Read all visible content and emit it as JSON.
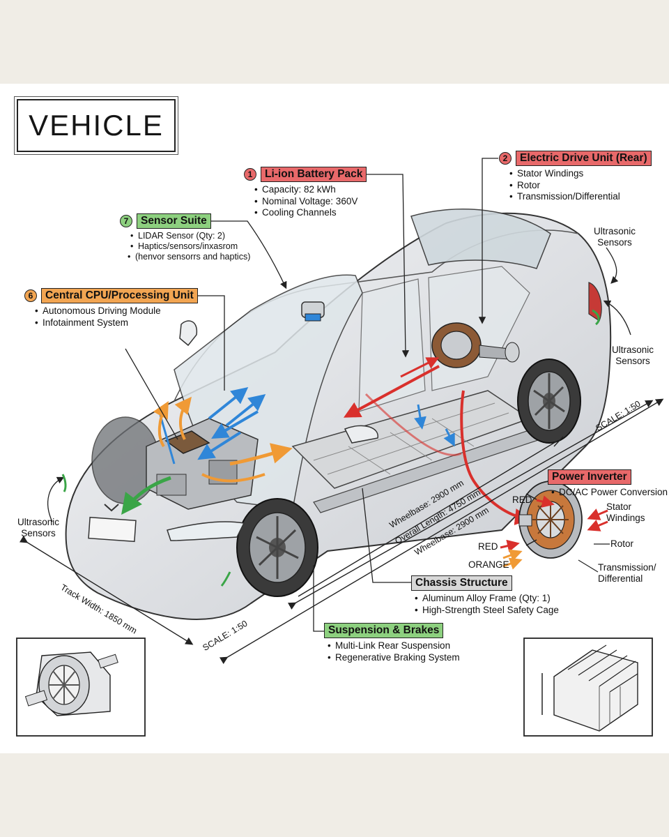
{
  "title": "VEHICLE",
  "callouts": {
    "battery": {
      "num": "1",
      "label": "Li-ion Battery Pack",
      "items": [
        "Capacity: 82 kWh",
        "Nominal Voltage: 360V",
        "Cooling Channels"
      ]
    },
    "drive": {
      "num": "2",
      "label": "Electric Drive Unit (Rear)",
      "items": [
        "Stator Windings",
        "Rotor",
        "Transmission/Differential"
      ]
    },
    "sensor": {
      "num": "7",
      "label": "Sensor Suite",
      "items": [
        "LIDAR Sensor (Qty: 2)",
        "Haptics/sensors/inxasrom",
        "(henvor sensorrs and haptics)"
      ]
    },
    "cpu": {
      "num": "6",
      "label": "Central CPU/Processing Unit",
      "items": [
        "Autonomous Driving Module",
        "Infotainment System"
      ]
    },
    "inverter": {
      "label": "Power Inverter",
      "items": [
        "DC/AC Power Conversion"
      ]
    },
    "chassis": {
      "label": "Chassis Structure",
      "items": [
        "Aluminum Alloy Frame (Qty: 1)",
        "High-Strength Steel Safety Cage"
      ]
    },
    "suspension": {
      "label": "Suspension & Brakes",
      "items": [
        "Multi-Link Rear Suspension",
        "Regenerative Braking System"
      ]
    }
  },
  "labels": {
    "ultrasonic_top_right": "Ultrasonic Sensors",
    "ultrasonic_mid_right": "Ultrasonic Sensors",
    "ultrasonic_left": "Ultrasonic Sensors",
    "motor_stator": "Stator Windings",
    "motor_rotor": "Rotor",
    "motor_transmission": "Transmission/ Differential",
    "wire_red_1": "RED",
    "wire_red_2": "RED",
    "wire_orange": "ORANGE"
  },
  "dimensions": {
    "wheelbase_1": "Wheelbase: 2900 mm",
    "overall_length": "Overall Length: 4750 mm",
    "wheelbase_2": "Wheelbase: 2900 mm",
    "track_width": "Track Width: 1850 mm",
    "scale_right": "SCALE: 1:50",
    "scale_bottom": "SCALE: 1:50"
  },
  "colors": {
    "callout_red": "#e8696a",
    "callout_green": "#8dd07f",
    "callout_orange": "#f2a552",
    "callout_grey": "#d8d8d8",
    "arrow_blue": "#2f86d8",
    "arrow_orange": "#f09a35",
    "arrow_red": "#d9302c",
    "arrow_green": "#3aa547"
  }
}
